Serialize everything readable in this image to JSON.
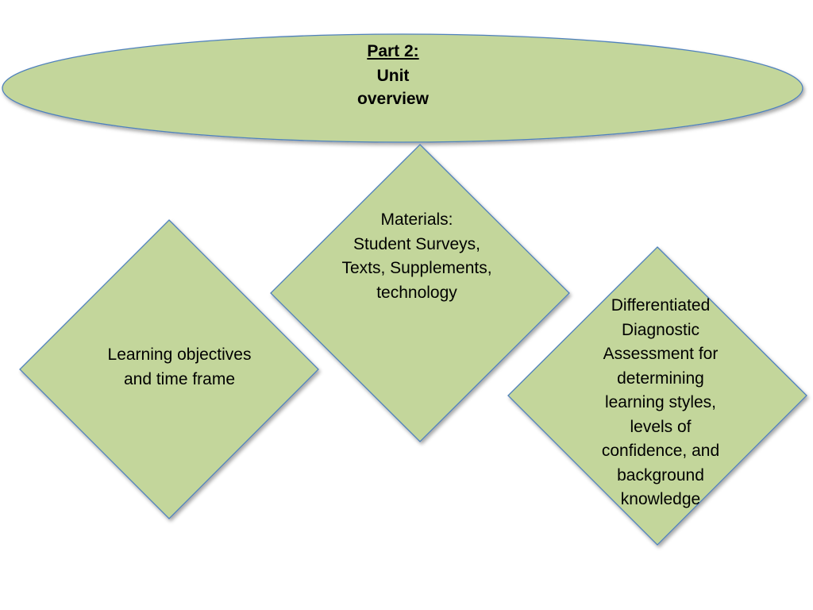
{
  "colors": {
    "shape_fill": "#c3d69b",
    "shape_stroke": "#4f81bd"
  },
  "title": {
    "heading": "Part 2:",
    "lines": [
      "Unit",
      "overview"
    ]
  },
  "diamonds": {
    "materials": {
      "lines": [
        "Materials:",
        "Student Surveys,",
        "Texts, Supplements,",
        "technology"
      ]
    },
    "objectives": {
      "lines": [
        "Learning objectives",
        "and time frame"
      ]
    },
    "assessment": {
      "lines": [
        "Differentiated",
        "Diagnostic",
        "Assessment for",
        "determining",
        "learning styles,",
        "levels of",
        "confidence, and",
        "background",
        "knowledge"
      ]
    }
  }
}
